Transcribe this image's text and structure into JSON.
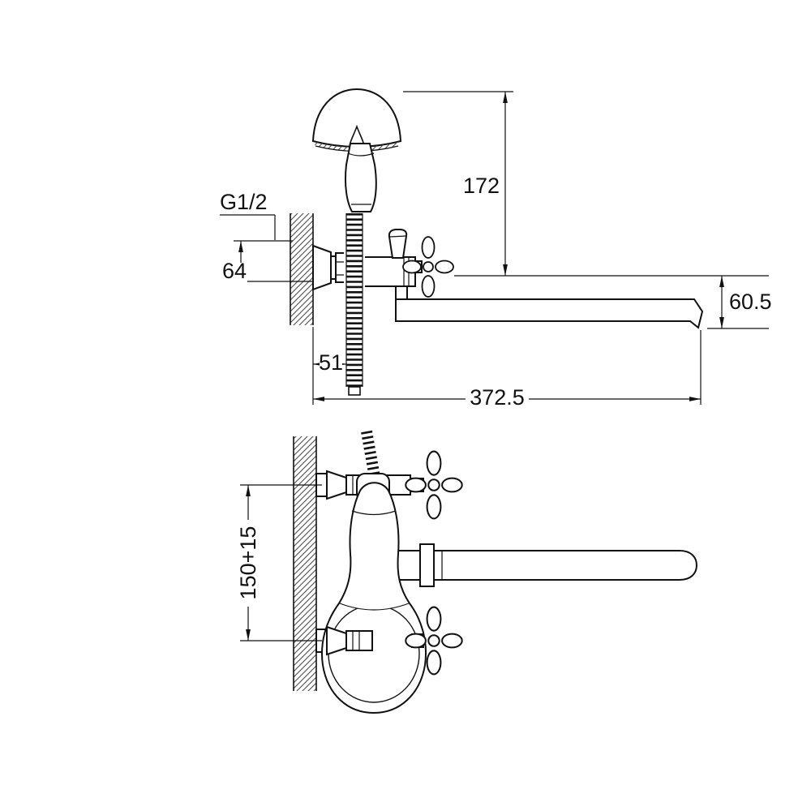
{
  "drawing": {
    "background": "#ffffff",
    "line_color": "#111111",
    "side_view": {
      "thread_label": "G1/2",
      "dim_offset_64": "64",
      "dim_height_172": "172",
      "dim_drop_60_5": "60.5",
      "dim_wall_51": "51",
      "dim_length_372_5": "372.5"
    },
    "front_view": {
      "dim_spacing_150": "150+15"
    }
  }
}
